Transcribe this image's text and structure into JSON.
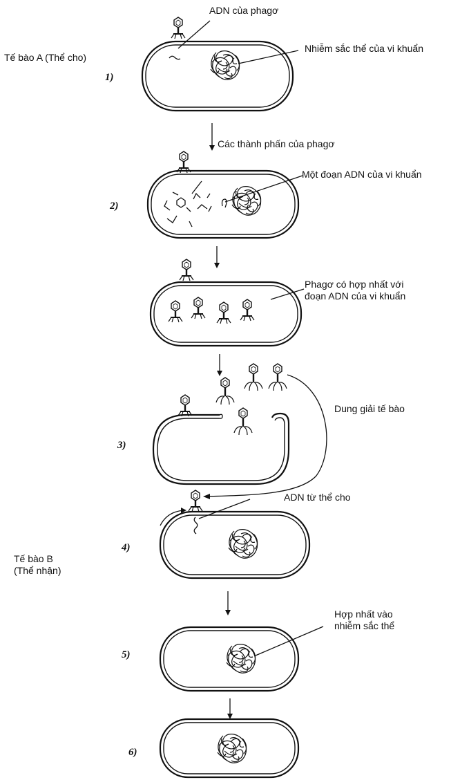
{
  "labels": {
    "phage_dna": "ADN của phagơ",
    "bacterial_chromosome": "Nhiễm sắc thể của vi khuẩn",
    "cell_a": "Tế bào A (Thể cho)",
    "phage_components": "Các thành phấn của phagơ",
    "bacterial_dna_fragment": "Một đoạn ADN của vi khuẩn",
    "phage_merged_line1": "Phagơ có hợp nhất với",
    "phage_merged_line2": "đoạn ADN của vi khuẩn",
    "lysis": "Dung giải tế bào",
    "donor_dna": "ADN từ thể cho",
    "cell_b_line1": "Tế bào B",
    "cell_b_line2": "(Thể nhận)",
    "integrated_line1": "Hợp nhất vào",
    "integrated_line2": "nhiễm sắc thể"
  },
  "steps": {
    "s1": "1)",
    "s2": "2)",
    "s3": "3)",
    "s4": "4)",
    "s5": "5)",
    "s6": "6)"
  }
}
